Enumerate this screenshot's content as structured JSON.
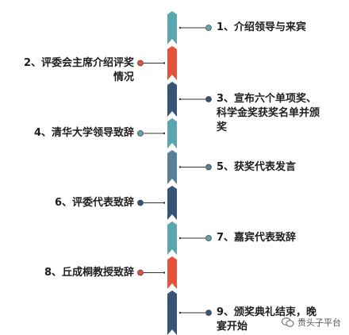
{
  "colors": {
    "teal": "#5aa5b0",
    "red": "#e5533b",
    "navy": "#365476",
    "slate": "#597f95",
    "connector": "#333333",
    "text": "#1e1e1e"
  },
  "steps": [
    {
      "text": "1、介绍领导与来宾",
      "side": "right",
      "color": "teal",
      "dot": "teal"
    },
    {
      "text": "2、评委会主席介绍评奖\n情况",
      "side": "left",
      "color": "red",
      "dot": "red"
    },
    {
      "text": "3、宣布六个单项奖、\n科学金奖获奖名单并颁\n奖",
      "side": "right",
      "color": "navy",
      "dot": "navy"
    },
    {
      "text": "4、清华大学领导致辞",
      "side": "left",
      "color": "teal",
      "dot": "teal"
    },
    {
      "text": "5、获奖代表发言",
      "side": "right",
      "color": "slate",
      "dot": "slate"
    },
    {
      "text": "6、评委代表致辞",
      "side": "left",
      "color": "navy",
      "dot": "navy"
    },
    {
      "text": "7、嘉宾代表致辞",
      "side": "right",
      "color": "teal",
      "dot": "teal"
    },
    {
      "text": "8、丘成桐教授致辞",
      "side": "left",
      "color": "red",
      "dot": "red"
    },
    {
      "text": "9、颁奖典礼结束，晚\n宴开始",
      "side": "right",
      "color": "navy",
      "dot": "navy"
    }
  ],
  "watermark": "贵头子平台"
}
